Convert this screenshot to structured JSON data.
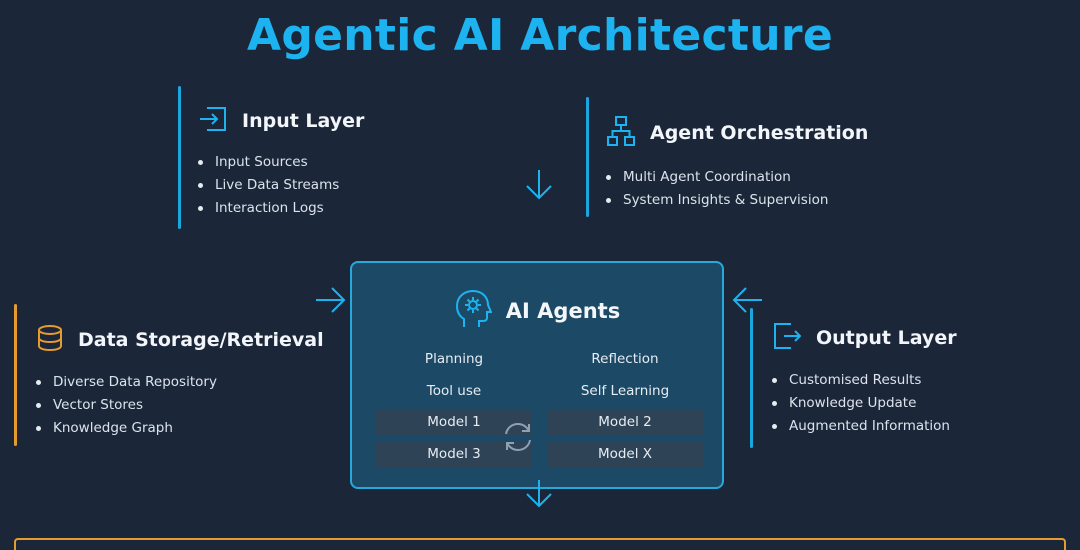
{
  "title": "Agentic AI Architecture",
  "colors": {
    "accent": "#1cb3f0",
    "orange": "#e69b2e",
    "background": "#1b2638",
    "agent_box": "#1c4a66"
  },
  "input_layer": {
    "icon": "enter-icon",
    "label": "Input Layer",
    "items": [
      "Input Sources",
      "Live Data Streams",
      "Interaction Logs"
    ]
  },
  "agent_orchestration": {
    "icon": "hierarchy-icon",
    "label": "Agent Orchestration",
    "items": [
      "Multi Agent Coordination",
      "System Insights & Supervision"
    ]
  },
  "data_storage": {
    "icon": "database-icon",
    "label": "Data Storage/Retrieval",
    "items": [
      "Diverse Data Repository",
      "Vector Stores",
      "Knowledge Graph"
    ]
  },
  "output_layer": {
    "icon": "exit-icon",
    "label": "Output Layer",
    "items": [
      "Customised Results",
      "Knowledge Update",
      "Augmented Information"
    ]
  },
  "ai_agents": {
    "icon": "ai-head-icon",
    "label": "AI Agents",
    "cells": [
      "Planning",
      "Reflection",
      "Tool use",
      "Self Learning",
      "Model 1",
      "Model 2",
      "Model 3",
      "Model X"
    ],
    "center_icon": "sync-icon"
  }
}
